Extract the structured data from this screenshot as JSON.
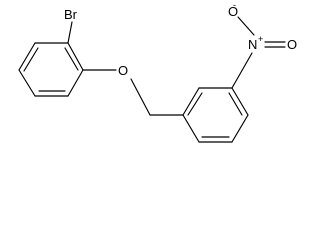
{
  "molecule": {
    "atoms": {
      "bromine": "Br",
      "ether_oxygen": "O",
      "nitro_nitrogen": "N",
      "nitro_oxygen_top": "O",
      "nitro_oxygen_right": "O"
    },
    "charges": {
      "nitrogen": "+",
      "oxygen_top": "-"
    }
  }
}
